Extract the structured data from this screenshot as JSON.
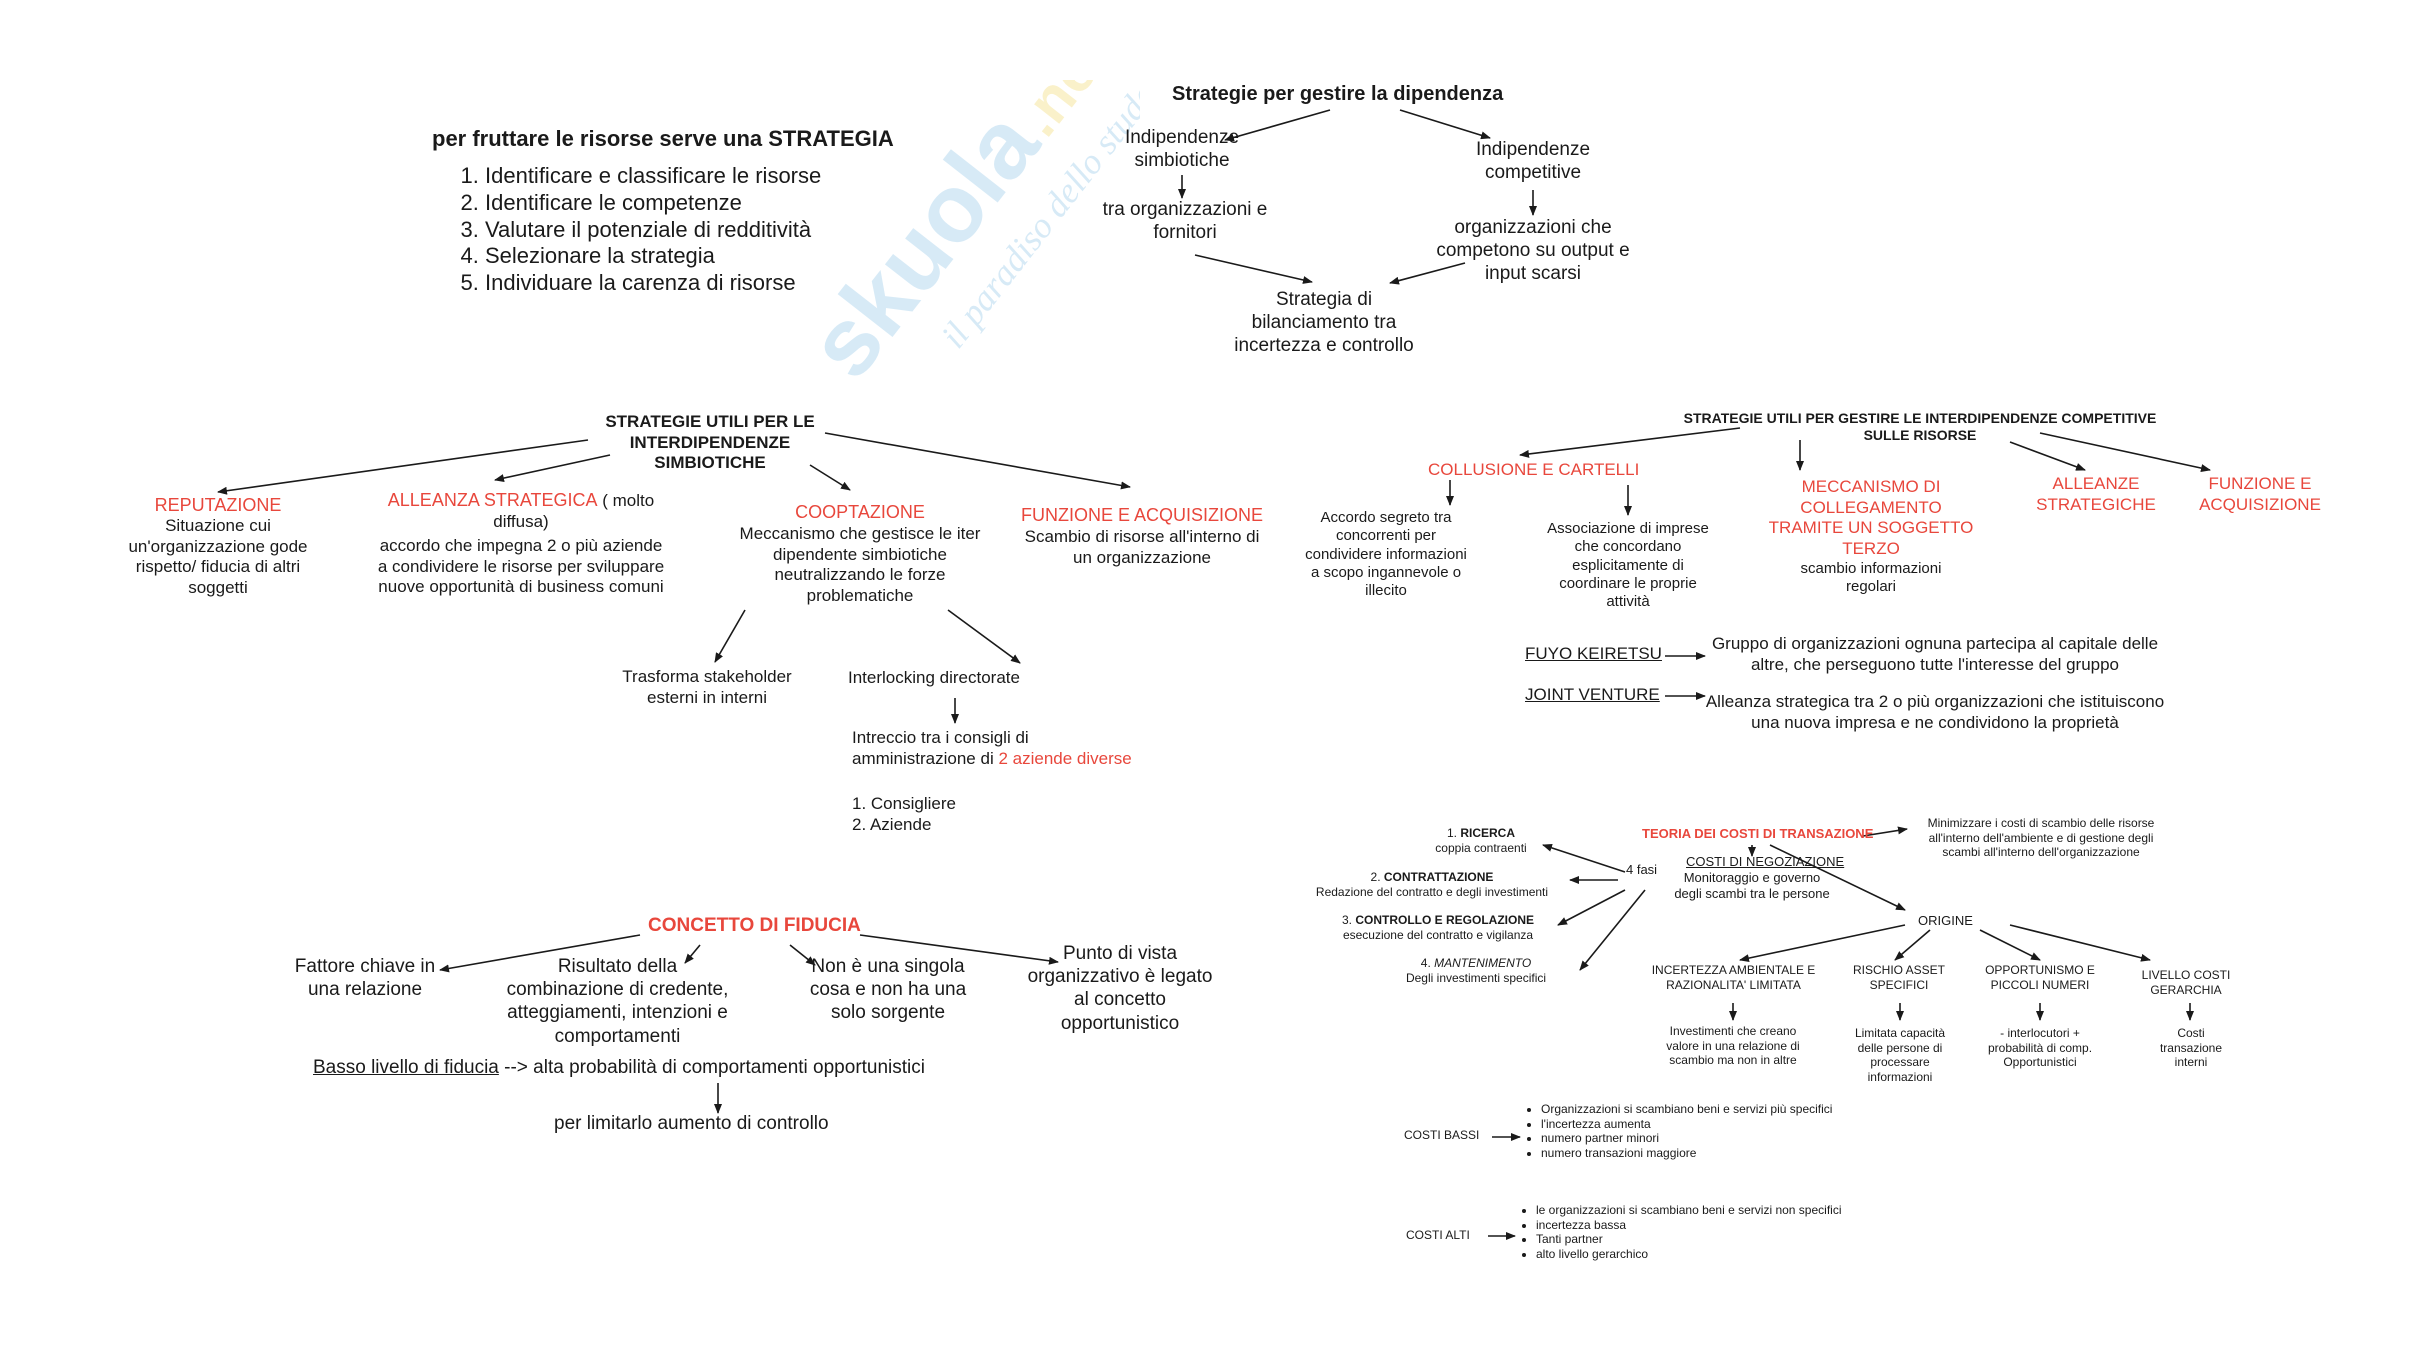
{
  "watermark": {
    "main": "skuola",
    "suffix": ".net",
    "tagline": "il paradiso dello studente"
  },
  "top": {
    "title": "per fruttare le risorse serve una STRATEGIA",
    "steps": [
      "Identificare e classificare le risorse",
      "Identificare le competenze",
      "Valutare il potenziale di redditività",
      "Selezionare la strategia",
      "Individuare la carenza di risorse"
    ]
  },
  "dip": {
    "title": "Strategie per gestire la dipendenza",
    "simb": "Indipendenze simbiotiche",
    "simb_sub": "tra organizzazioni e fornitori",
    "comp": "Indipendenze competitive",
    "comp_sub": "organizzazioni che competono su output e input scarsi",
    "bil": "Strategia di bilanciamento tra incertezza e controllo"
  },
  "simbiotiche": {
    "title": "STRATEGIE UTILI PER LE INTERDIPENDENZE SIMBIOTICHE",
    "rep_title": "REPUTAZIONE",
    "rep_desc": "Situazione cui un'organizzazione gode rispetto/ fiducia di altri soggetti",
    "all_title": "ALLEANZA STRATEGICA",
    "all_note": " ( molto diffusa)",
    "all_desc": "accordo che impegna 2 o più aziende a condividere le risorse per sviluppare nuove opportunità di business comuni",
    "coop_title": "COOPTAZIONE",
    "coop_desc": "Meccanismo che gestisce le iter dipendente simbiotiche neutralizzando le forze problematiche",
    "fus_title": "FUNZIONE E ACQUISIZIONE",
    "fus_desc": "Scambio di risorse all'interno di un organizzazione",
    "transf": "Trasforma stakeholder esterni in interni",
    "interlock": "Interlocking directorate",
    "intreccio_a": "Intreccio tra i consigli di amministrazione di ",
    "intreccio_b": "2 aziende diverse",
    "list": [
      "Consigliere",
      "Aziende"
    ]
  },
  "competitive": {
    "title": "STRATEGIE UTILI PER GESTIRE LE INTERDIPENDENZE COMPETITIVE SULLE RISORSE",
    "coll_title": "COLLUSIONE E CARTELLI",
    "coll_desc1": "Accordo segreto tra concorrenti per condividere informazioni a scopo ingannevole o illecito",
    "coll_desc2": "Associazione di imprese che concordano esplicitamente di coordinare le proprie attività",
    "mecc_title": "MECCANISMO DI COLLEGAMENTO TRAMITE UN SOGGETTO TERZO",
    "mecc_desc": "scambio informazioni regolari",
    "all_title": "ALLEANZE STRATEGICHE",
    "fus_title": "FUNZIONE E ACQUISIZIONE",
    "fuyo_label": "FUYO KEIRETSU",
    "fuyo_desc": "Gruppo di organizzazioni ognuna partecipa  al capitale delle altre, che perseguono tutte l'interesse del gruppo",
    "jv_label": "JOINT VENTURE",
    "jv_desc": "Alleanza strategica tra 2 o più organizzazioni che istituiscono una nuova impresa e ne condividono la proprietà"
  },
  "fiducia": {
    "title": "CONCETTO DI FIDUCIA",
    "n1": "Fattore chiave in una relazione",
    "n2": "Risultato della combinazione di credente, atteggiamenti, intenzioni e comportamenti",
    "n3": "Non è una singola cosa e non ha una solo sorgente",
    "n4": "Punto di vista organizzativo è legato al concetto opportunistico",
    "basso_label": "Basso livello di fiducia",
    "basso_rest": " --> alta probabilità di comportamenti opportunistici",
    "limit": "per limitarlo aumento di controllo"
  },
  "transazione": {
    "title": "TEORIA DEI COSTI DI TRANSAZIONE",
    "goal": "Minimizzare i costi di scambio delle risorse all'interno dell'ambiente e di gestione degli scambi all'interno dell'organizzazione",
    "neg_title": "COSTI DI NEGOZIAZIONE",
    "neg_desc": "Monitoraggio e governo degli scambi tra le persone",
    "fasi": "4 fasi",
    "f1_num": "1. ",
    "f1_title": "RICERCA",
    "f1_desc": "coppia contraenti",
    "f2_num": "2. ",
    "f2_title": "CONTRATTAZIONE",
    "f2_desc": "Redazione del contratto e degli investimenti",
    "f3_num": "3. ",
    "f3_title": "CONTROLLO E REGOLAZIONE",
    "f3_desc": "esecuzione del contratto e vigilanza",
    "f4_num": "4. ",
    "f4_title": "MANTENIMENTO",
    "f4_desc": "Degli investimenti specifici",
    "origine": "ORIGINE",
    "o1_title": "INCERTEZZA AMBIENTALE E RAZIONALITA' LIMITATA",
    "o1_desc": "Investimenti che creano valore in una relazione di scambio ma non in altre",
    "o2_title": "RISCHIO ASSET SPECIFICI",
    "o2_desc": "Limitata capacità delle persone di processare informazioni",
    "o3_title": "OPPORTUNISMO E PICCOLI NUMERI",
    "o3_desc": "- interlocutori + probabilità di comp. Opportunistici",
    "o4_title": "LIVELLO COSTI GERARCHIA",
    "o4_desc": "Costi transazione interni",
    "bassi_label": "COSTI BASSI",
    "bassi_items": [
      "Organizzazioni si scambiano beni e  servizi più specifici",
      "l'incertezza aumenta",
      "numero partner minori",
      "numero transazioni maggiore"
    ],
    "alti_label": "COSTI  ALTI",
    "alti_items": [
      "le organizzazioni si scambiano beni e servizi non specifici",
      "incertezza bassa",
      "Tanti partner",
      "alto livello gerarchico"
    ]
  }
}
